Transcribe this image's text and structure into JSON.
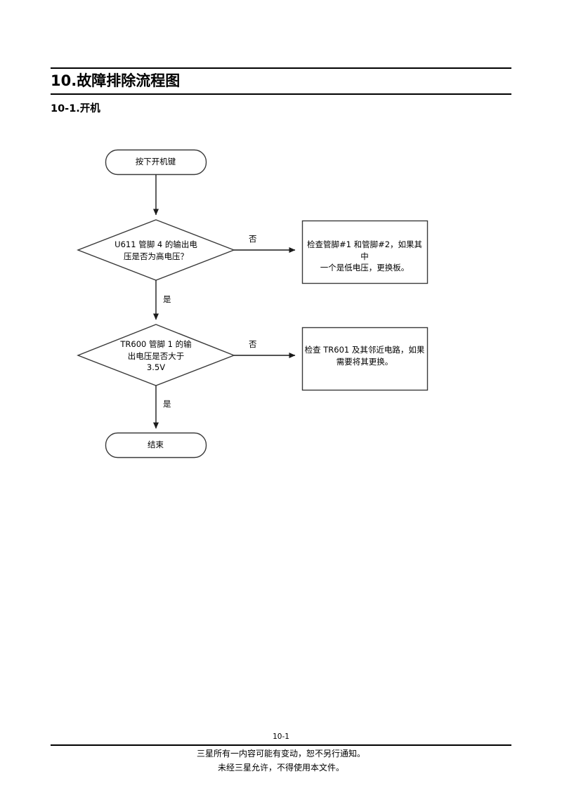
{
  "document": {
    "title": "10.故障排除流程图",
    "subtitle": "10-1.开机",
    "page_number": "10-1",
    "footer_line_1": "三星所有一内容可能有变动，恕不另行通知。",
    "footer_line_2": "未经三星允许，不得使用本文件。"
  },
  "flowchart": {
    "nodes": {
      "start": {
        "type": "terminator",
        "label": "按下开机键"
      },
      "decision_1": {
        "type": "decision",
        "label": "U611 管脚 4 的输出电\n压是否为高电压？"
      },
      "action_1": {
        "type": "process",
        "label": "检查管脚#1 和管脚#2，如果其中\n一个是低电压，更换板。"
      },
      "decision_2": {
        "type": "decision",
        "label": "TR600 管脚 1 的输\n出电压是否大于\n3.5V"
      },
      "action_2": {
        "type": "process",
        "label": "检查 TR601 及其邻近电路，如果\n需要将其更换。"
      },
      "end": {
        "type": "terminator",
        "label": "结束"
      }
    },
    "edges": {
      "decision_1_no": "否",
      "decision_1_yes": "是",
      "decision_2_no": "否",
      "decision_2_yes": "是"
    },
    "colors": {
      "stroke": "#3a3a3a",
      "text": "#000000",
      "fill": "#ffffff"
    }
  }
}
